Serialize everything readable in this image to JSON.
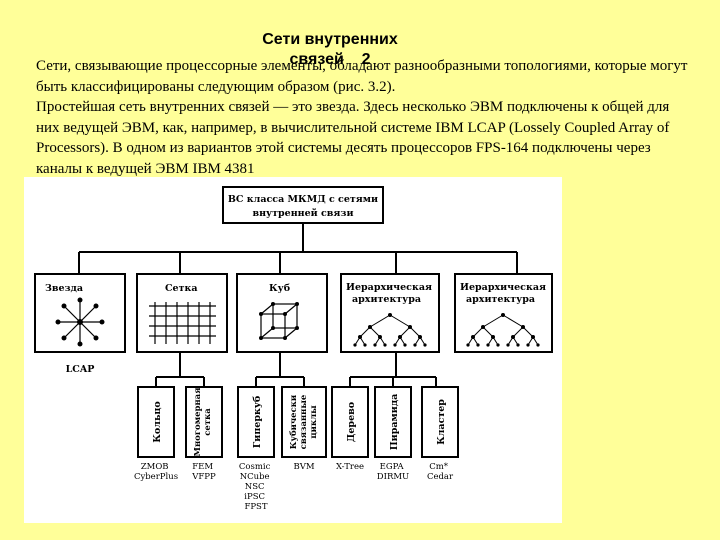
{
  "title": {
    "line1": "Сети внутренних",
    "line2": "связей    2"
  },
  "paragraphs": [
    "Сети, связывающие процессорные элементы, обладают разнообразными топологиями, которые могут быть классифицированы следующим образом (рис. 3.2).",
    "Простейшая сеть внутренних связей — это звезда. Здесь несколько ЭВМ подключены к общей для них ведущей ЭВМ, как, например, в вычислительной системе IBM LCAP (Lossely Coupled Array of Processors). В одном из вариантов этой системы десять процессоров FPS-164 подключены через каналы к ведущей ЭВМ IBM 4381"
  ],
  "diagram": {
    "root": [
      "ВС класса МКМД с сетями",
      "внутренней связи"
    ],
    "categories": {
      "star": "Звезда",
      "grid": "Сетка",
      "cube": "Куб",
      "hier1": [
        "Иерархическая",
        "архитектура"
      ],
      "hier2": [
        "Иерархическая",
        "архитектура"
      ]
    },
    "star_system": "LCAP",
    "subtypes": [
      {
        "label": "Кольцо",
        "systems": [
          "ZMOB",
          "CyberPlus"
        ]
      },
      {
        "label": "Многомерная сетка",
        "systems": [
          "FEM",
          "VFPP"
        ]
      },
      {
        "label": "Гиперкуб",
        "systems": [
          "Cosmic",
          "NCube",
          "NSC",
          "iPSC",
          "FPST"
        ]
      },
      {
        "label": "Кубически связанные циклы",
        "systems": [
          "BVM"
        ]
      },
      {
        "label": "Дерево",
        "systems": [
          "X-Tree"
        ]
      },
      {
        "label": "Пирамида",
        "systems": [
          "EGPA",
          "DIRMU"
        ]
      },
      {
        "label": "Кластер",
        "systems": [
          "Cm*",
          "Cedar"
        ]
      }
    ]
  }
}
